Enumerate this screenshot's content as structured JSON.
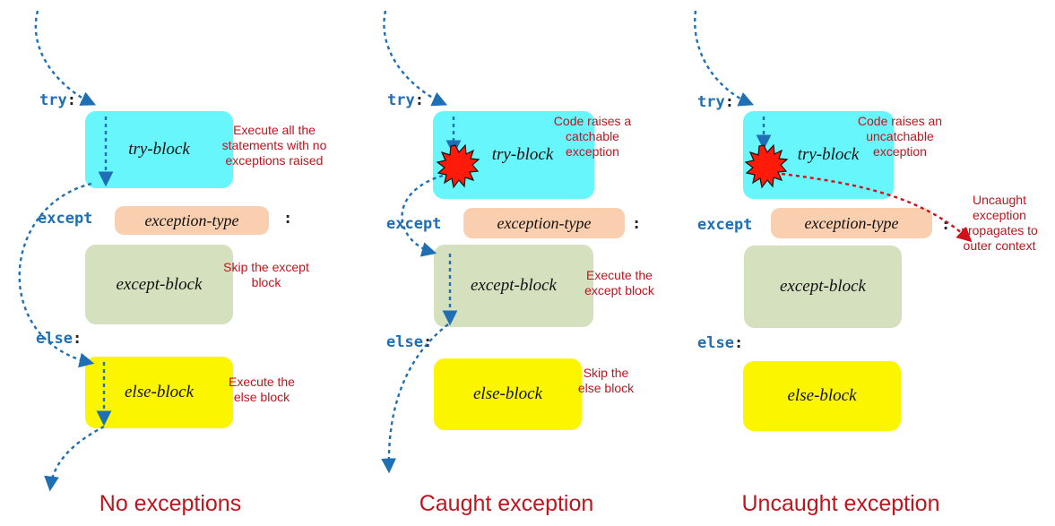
{
  "keywords": {
    "try": "try",
    "except": "except",
    "else": "else",
    "colon": ":"
  },
  "blocks": {
    "try": "try-block",
    "except": "except-block",
    "else": "else-block",
    "exception_type": "exception-type"
  },
  "panels": [
    {
      "caption": "No exceptions",
      "notes": {
        "try": "Execute all the statements with no exceptions raised",
        "except": "Skip the except block",
        "else": "Execute the else block"
      }
    },
    {
      "caption": "Caught exception",
      "notes": {
        "try": "Code raises a catchable exception",
        "except": "Execute the except block",
        "else": "Skip the else block"
      }
    },
    {
      "caption": "Uncaught exception",
      "notes": {
        "try": "Code raises an uncatchable exception",
        "propagate": "Uncaught exception propagates to outer context"
      }
    }
  ],
  "colors": {
    "keyword": "#1f6fb5",
    "flow_arrow": "#1f6fb5",
    "exception_arrow": "#d0101a",
    "annotation": "#c0141e",
    "try_block": "#66f6fb",
    "except_block": "#d5e0bf",
    "else_block": "#fbf500",
    "exception_type": "#f9cfb0",
    "explosion": "#ff0000"
  }
}
